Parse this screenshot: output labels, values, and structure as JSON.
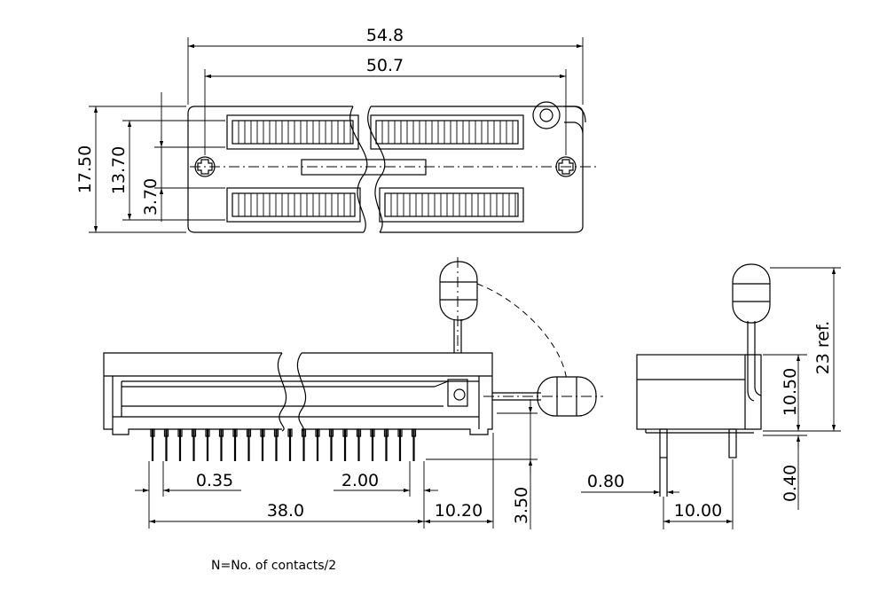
{
  "diagram": {
    "dimensions": {
      "overall_length": "54.8",
      "hole_spacing": "50.7",
      "overall_width": "17.50",
      "row_outer": "13.70",
      "row_inner": "3.70",
      "lead_width": "0.35",
      "pitch": "2.00",
      "row_length": "38.0",
      "end_offset": "10.20",
      "lead_height": "3.50",
      "lead_thickness": "0.80",
      "row_spacing": "10.00",
      "body_height": "10.50",
      "standoff": "0.40",
      "lever_height": "23 ref."
    },
    "note": "N=No. of contacts/2"
  }
}
